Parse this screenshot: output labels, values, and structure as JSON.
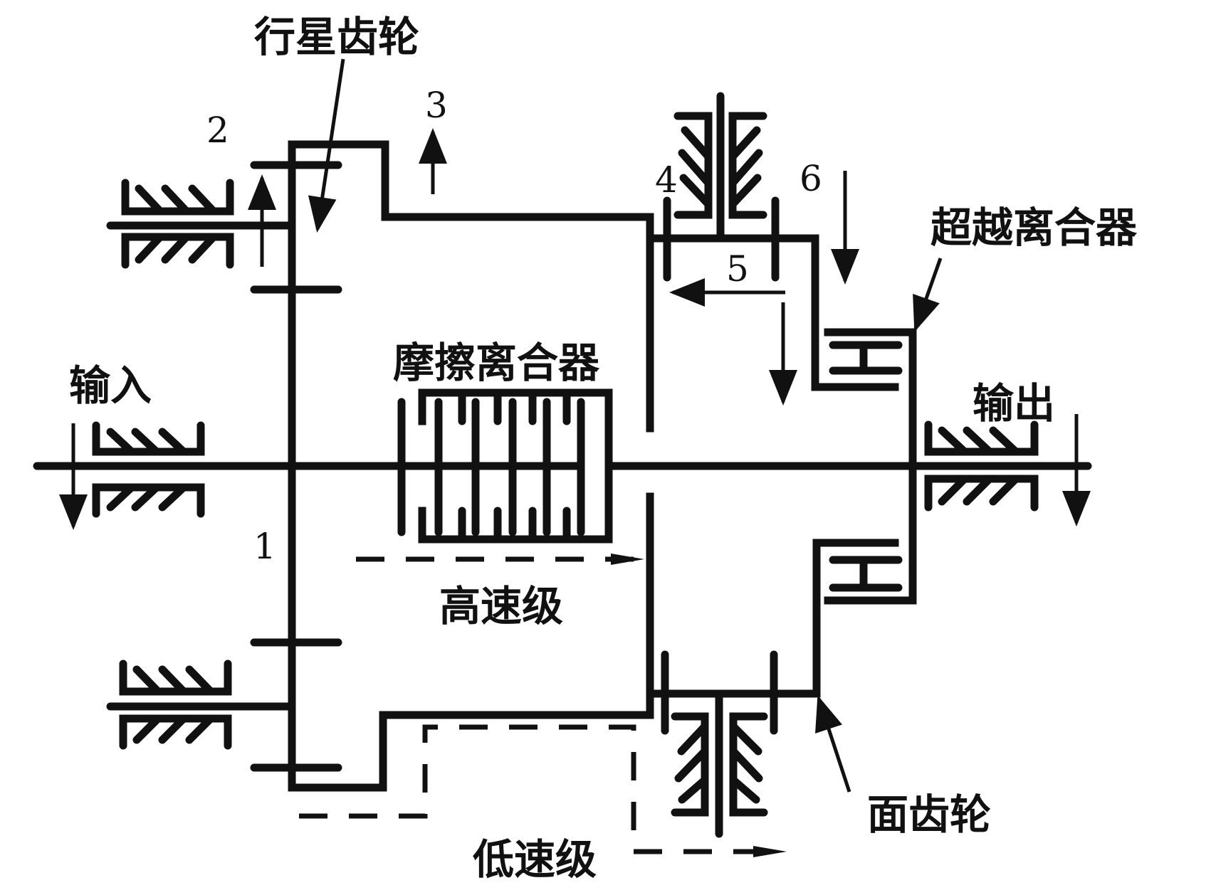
{
  "diagram": {
    "type": "planetary-face-gear transmission schematic",
    "labels": {
      "planet_gear": "行星齿轮",
      "input": "输入",
      "output": "输出",
      "friction_clutch": "摩擦离合器",
      "overrunning_clutch": "超越离合器",
      "face_gear": "面齿轮",
      "high_speed": "高速级",
      "low_speed": "低速级"
    },
    "component_numbers": {
      "n1": "1",
      "n2": "2",
      "n3": "3",
      "n4": "4",
      "n5": "5",
      "n6": "6"
    },
    "power_paths": [
      {
        "name": "高速级",
        "route": "input → friction clutch → output shaft",
        "style": "dashed"
      },
      {
        "name": "低速级",
        "route": "planet carrier → face gear → overrunning clutch",
        "style": "dashed"
      }
    ]
  }
}
